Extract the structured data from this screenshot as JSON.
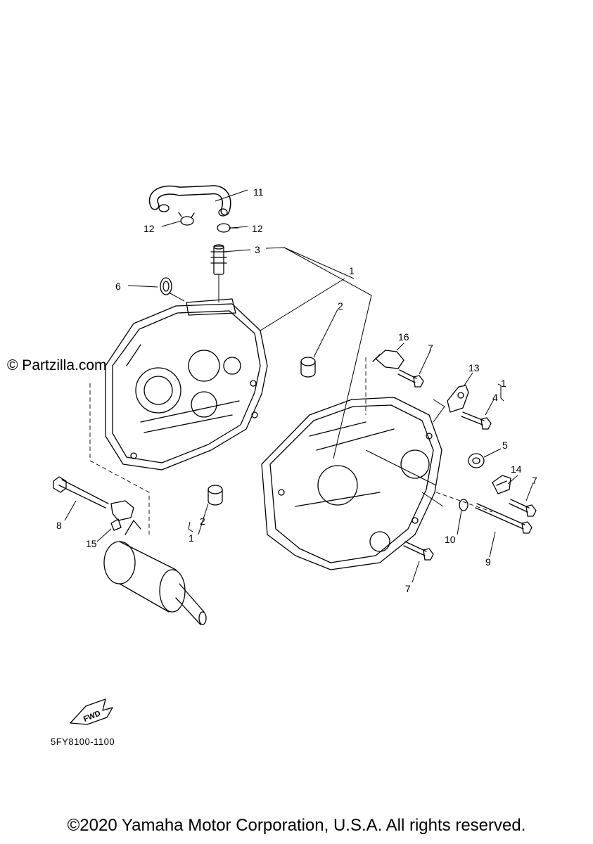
{
  "watermark": "© Partzilla.com",
  "part_code": "5FY8100-1100",
  "fwd_label": "FWD",
  "copyright": "©2020 Yamaha Motor Corporation, U.S.A. All rights reserved.",
  "callouts": [
    {
      "num": "11"
    },
    {
      "num": "12"
    },
    {
      "num": "12"
    },
    {
      "num": "3"
    },
    {
      "num": "1"
    },
    {
      "num": "6"
    },
    {
      "num": "2"
    },
    {
      "num": "16"
    },
    {
      "num": "7"
    },
    {
      "num": "13"
    },
    {
      "num": "1"
    },
    {
      "num": "4"
    },
    {
      "num": "5"
    },
    {
      "num": "14"
    },
    {
      "num": "7"
    },
    {
      "num": "10"
    },
    {
      "num": "9"
    },
    {
      "num": "7"
    },
    {
      "num": "8"
    },
    {
      "num": "15"
    },
    {
      "num": "2"
    },
    {
      "num": "1"
    }
  ]
}
